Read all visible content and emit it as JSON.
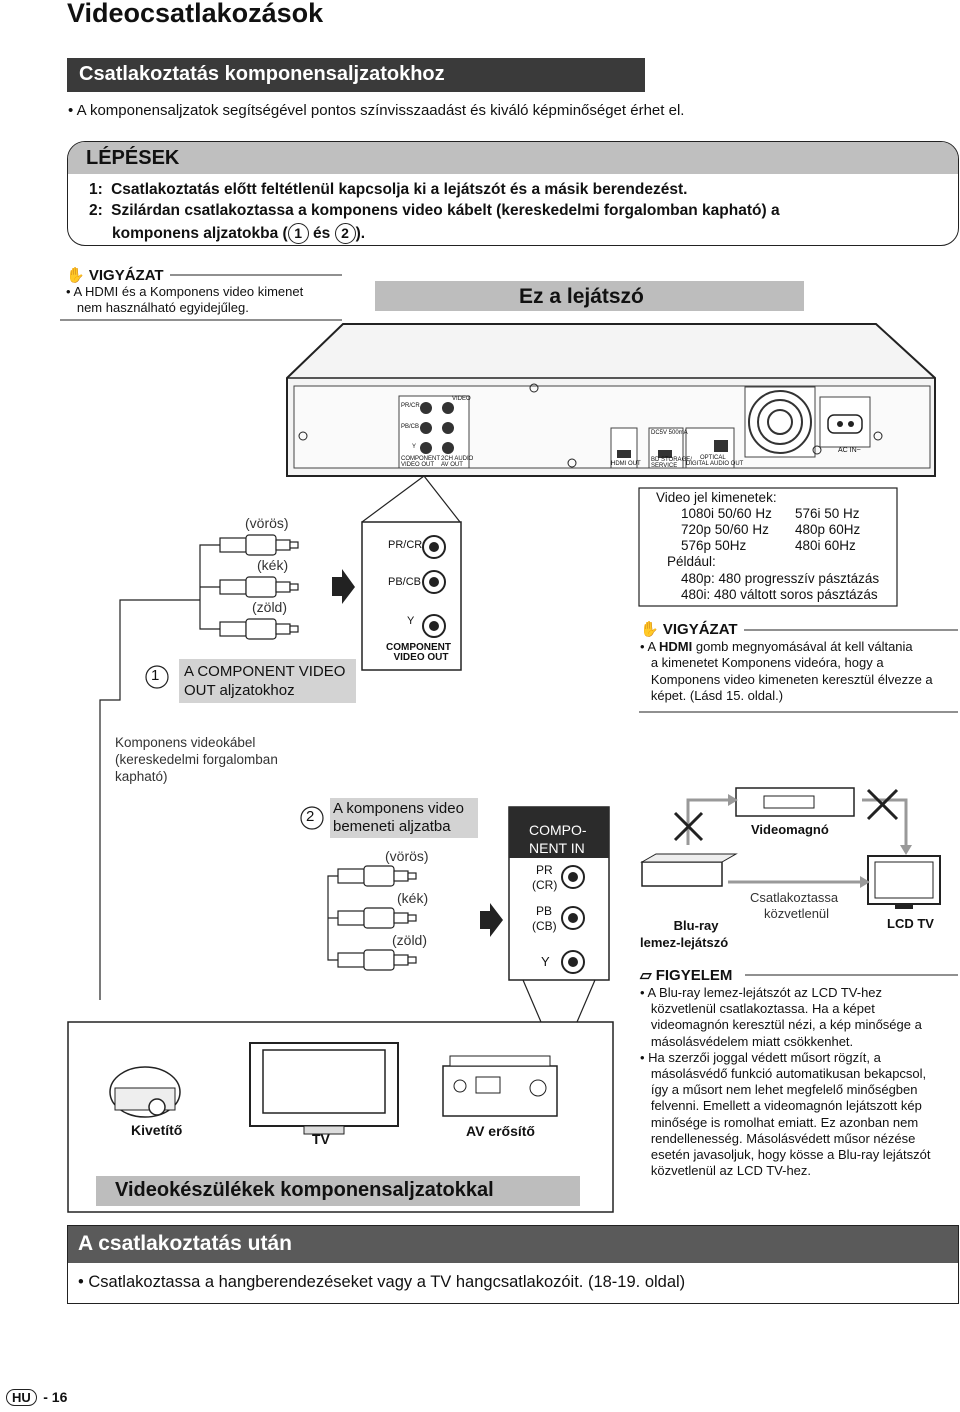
{
  "page_title": "Videocsatlakozások",
  "section1": {
    "title": "Csatlakoztatás komponensaljzatokhoz",
    "bullet": "A komponensaljzatok segítségével pontos színvisszaadást és kiváló képminőséget érhet el."
  },
  "steps": {
    "title": "LÉPÉSEK",
    "s1_num": "1:",
    "s1_text": "Csatlakoztatás előtt feltétlenül kapcsolja ki a lejátszót és a másik berendezést.",
    "s2_num": "2:",
    "s2_line1": "Szilárdan csatlakoztassa a komponens video kábelt (kereskedelmi forgalomban kapható) a",
    "s2_line2_pre": "komponens aljzatokba (",
    "s2_c1": "1",
    "s2_mid": " és ",
    "s2_c2": "2",
    "s2_post": ")."
  },
  "caution1": {
    "title": "VIGYÁZAT",
    "line1": "A HDMI és a Komponens video kimenet",
    "line2": "nem használható egyidejűleg."
  },
  "player_label": "Ez a lejátszó",
  "panel_labels": {
    "pr": "PR/CR",
    "pb": "PB/CB",
    "y": "Y",
    "comp1": "COMPONENT",
    "comp2": "VIDEO OUT",
    "video": "VIDEO",
    "audio1": "2CH AUDIO",
    "audio2": "AV OUT",
    "hdmi": "HDMI OUT",
    "dc": "DC5V 500mA",
    "bd": "BD STORAGE/",
    "service": "SERVICE",
    "optical": "OPTICAL",
    "digital": "DIGITAL AUDIO OUT",
    "ac": "AC IN~"
  },
  "cable1": {
    "red": "(vörös)",
    "blue": "(kék)",
    "green": "(zöld)",
    "num": "1",
    "label1": "A COMPONENT VIDEO",
    "label2": "OUT aljzatokhoz"
  },
  "jack_out": {
    "pr": "PR/CR",
    "pb": "PB/CB",
    "y": "Y",
    "comp1": "COMPONENT",
    "comp2": "VIDEO OUT"
  },
  "video_signals": {
    "title": "Video jel kimenetek:",
    "r1a": "1080i 50/60 Hz",
    "r1b": "576i   50 Hz",
    "r2a": "720p  50/60 Hz",
    "r2b": "480p  60Hz",
    "r3a": "576p  50Hz",
    "r3b": "480i   60Hz",
    "example": "Például:",
    "ex1": "480p: 480 progresszív pásztázás",
    "ex2": "480i:  480 váltott soros pásztázás"
  },
  "caution2": {
    "title": "VIGYÁZAT",
    "l1_pre": "A ",
    "l1_bold": "HDMI",
    "l1_post": " gomb megnyomásával át kell váltania",
    "l2": "a kimenetet Komponens videóra, hogy a",
    "l3": "Komponens video kimeneten keresztül élvezze a",
    "l4": "képet. (Lásd 15. oldal.)"
  },
  "cable_label": {
    "l1": "Komponens videokábel",
    "l2": "(kereskedelmi forgalomban",
    "l3": "kapható)"
  },
  "cable2": {
    "num": "2",
    "label1": "A komponens video",
    "label2": "bemeneti aljzatba",
    "red": "(vörös)",
    "blue": "(kék)",
    "green": "(zöld)"
  },
  "jack_in": {
    "t1": "COMPO-",
    "t2": "NENT IN",
    "pr": "PR",
    "cr": "(CR)",
    "pb": "PB",
    "cb": "(CB)",
    "y": "Y"
  },
  "devices": {
    "projector": "Kivetítő",
    "tv": "TV",
    "amp": "AV erősítő",
    "caption": "Videokészülékek komponensaljzatokkal"
  },
  "routing": {
    "vcr": "Videomagnó",
    "bluray1": "Blu-ray",
    "bluray2": "lemez-lejátszó",
    "direct1": "Csatlakoztassa",
    "direct2": "közvetlenül",
    "lcd": "LCD TV"
  },
  "note": {
    "title": "FIGYELEM",
    "b1": [
      "A Blu-ray lemez-lejátszót az LCD TV-hez",
      "közvetlenül csatlakoztassa. Ha a képet",
      "videomagnón keresztül nézi, a kép minősége a",
      "másolásvédelem miatt csökkenhet."
    ],
    "b2": [
      "Ha szerzői joggal védett műsort rögzít, a",
      "másolásvédő funkció automatikusan bekapcsol,",
      "így a műsort nem lehet megfelelő minőségben",
      "felvenni. Emellett a videomagnón lejátszott kép",
      "minősége is romolhat emiatt. Ez azonban nem",
      "rendellenesség. Másolásvédett műsor nézése",
      "esetén javasoljuk, hogy kösse a Blu-ray lejátszót",
      "közvetlenül az LCD TV-hez."
    ]
  },
  "section2": {
    "title": "A csatlakoztatás után",
    "bullet": "Csatlakoztassa a hangberendezéseket vagy a TV hangcsatlakozóit. (18-19. oldal)"
  },
  "footer": {
    "lang": "HU",
    "page": "- 16"
  }
}
